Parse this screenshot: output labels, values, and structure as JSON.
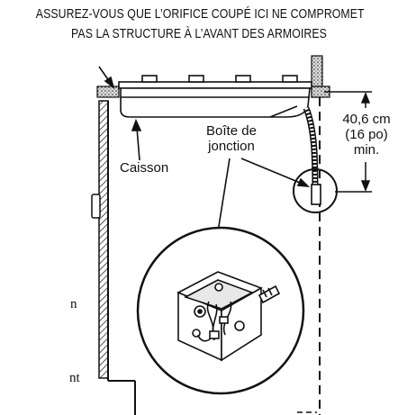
{
  "caption": {
    "line1": "ASSUREZ-VOUS QUE L’ORIFICE COUPÉ ICI NE COMPROMET",
    "line2": "PAS LA STRUCTURE À L’AVANT DES ARMOIRES"
  },
  "labels": {
    "caisson": "Caisson",
    "junction_box_line1": "Boîte de",
    "junction_box_line2": "jonction",
    "measure_line1": "40,6 cm",
    "measure_line2": "(16 po)",
    "measure_line3": "min."
  },
  "cropped_text": {
    "fragment1": "n",
    "fragment2": "nt"
  }
}
